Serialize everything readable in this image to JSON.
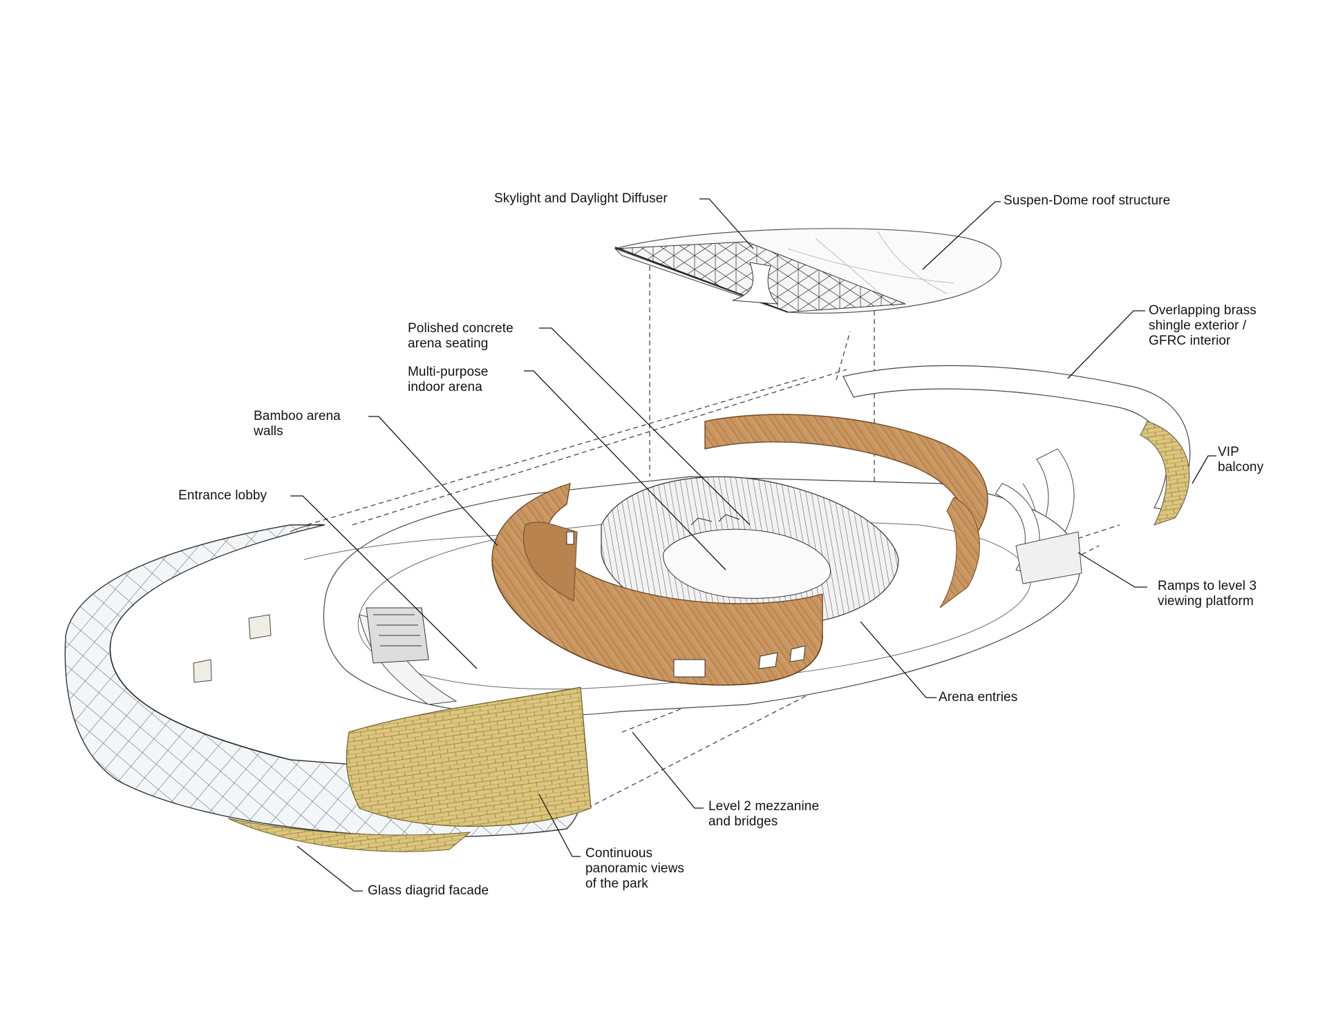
{
  "colors": {
    "bamboo": "#c9965e",
    "bamboo_dark": "#9a6a3a",
    "brass": "#d9c27a",
    "line": "#222222",
    "glass": "#e9eef2"
  },
  "labels": {
    "skylight": [
      "Skylight and Daylight Diffuser"
    ],
    "roof": [
      "Suspen-Dome roof structure"
    ],
    "brass": [
      "Overlapping brass",
      "shingle exterior /",
      "GFRC interior"
    ],
    "seating": [
      "Polished concrete",
      "arena seating"
    ],
    "arena": [
      "Multi-purpose",
      "indoor arena"
    ],
    "bamboo": [
      "Bamboo arena",
      "walls"
    ],
    "lobby": [
      "Entrance lobby"
    ],
    "vip": [
      "VIP",
      "balcony"
    ],
    "ramps": [
      "Ramps to level 3",
      "viewing platform"
    ],
    "entries": [
      "Arena entries"
    ],
    "mezzanine": [
      "Level 2 mezzanine",
      "and bridges"
    ],
    "views": [
      "Continuous",
      "panoramic views",
      "of the park"
    ],
    "facade": [
      "Glass diagrid facade"
    ]
  }
}
